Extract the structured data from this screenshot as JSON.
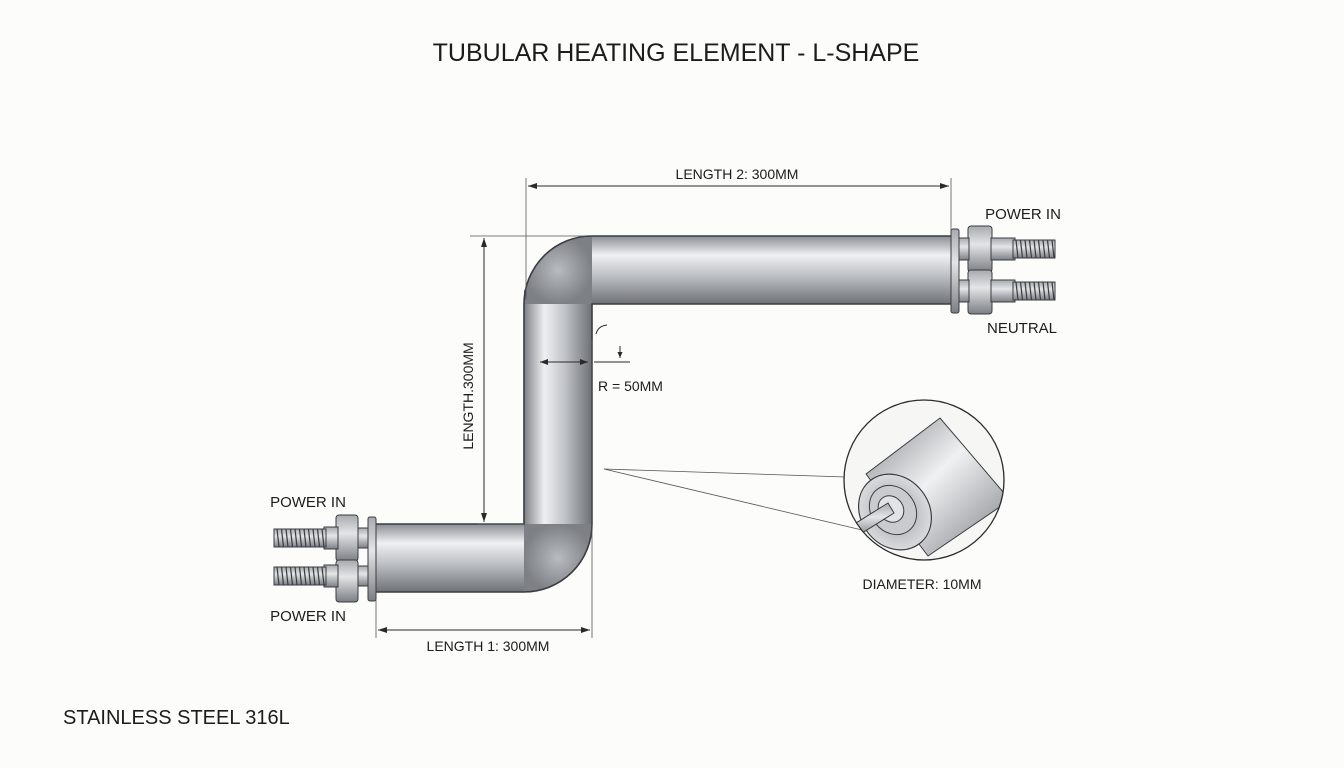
{
  "title": "TUBULAR HEATING ELEMENT - L-SHAPE",
  "material": "STAINLESS STEEL 316L",
  "dimensions": {
    "length_1": "LENGTH 1: 300MM",
    "length_2": "LENGTH 2: 300MM",
    "length_vertical": "LENGTH.300MM",
    "bend_radius": "R = 50MM",
    "diameter": "DIAMETER: 10MM"
  },
  "terminals": {
    "left_top": "POWER IN",
    "left_bottom": "POWER IN",
    "right_top": "POWER IN",
    "right_bottom": "NEUTRAL"
  },
  "colors": {
    "tube_light": "#e9eaec",
    "tube_dark": "#8e9196",
    "line": "#2a2a2a",
    "background": "#fcfcfb"
  }
}
